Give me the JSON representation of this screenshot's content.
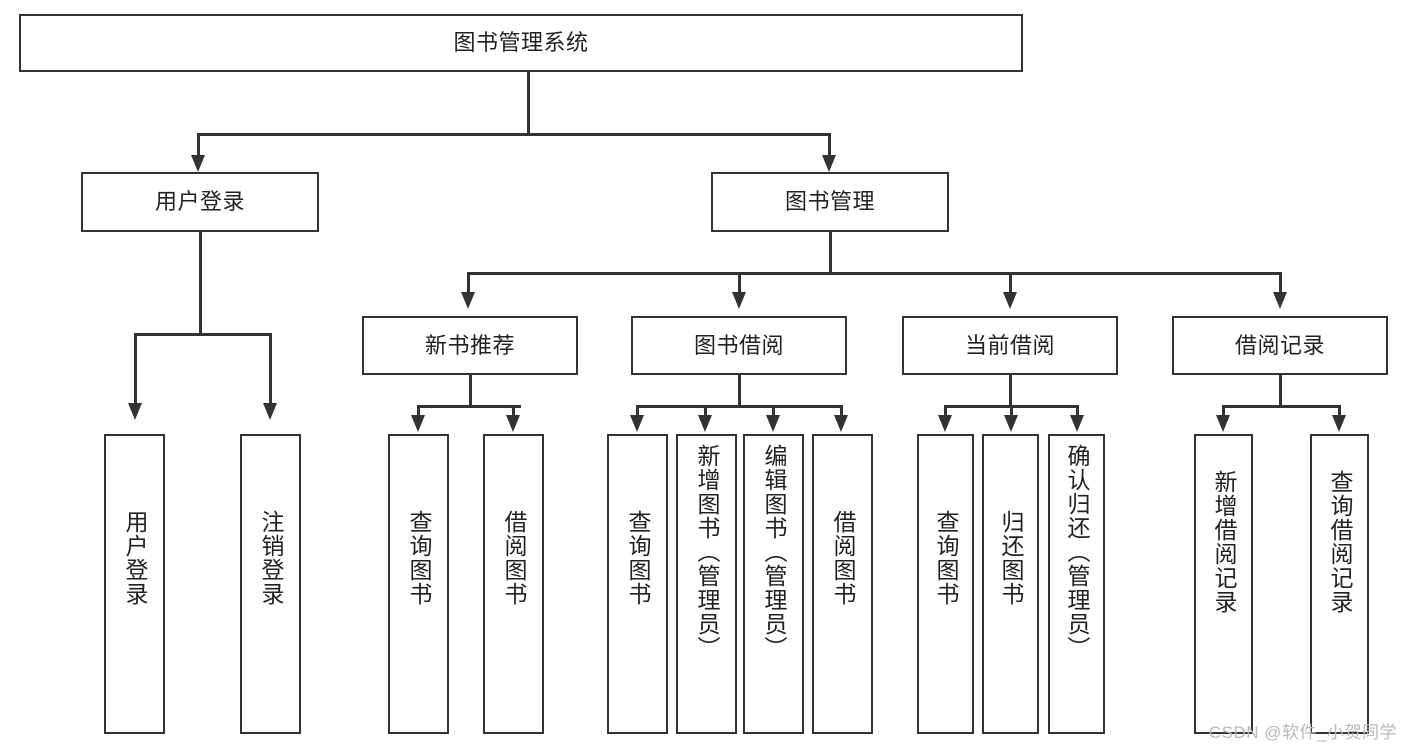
{
  "diagram": {
    "type": "tree-hierarchy",
    "title": "图书管理系统",
    "orientation": "top-down",
    "colors": {
      "stroke": "#333333",
      "fill": "#ffffff",
      "text": "#222222",
      "watermark": "#b9b9b9"
    },
    "root": {
      "label": "图书管理系统"
    },
    "level2": [
      {
        "label": "用户登录"
      },
      {
        "label": "图书管理"
      }
    ],
    "level3": [
      {
        "label": "新书推荐"
      },
      {
        "label": "图书借阅"
      },
      {
        "label": "当前借阅"
      },
      {
        "label": "借阅记录"
      }
    ],
    "leaves": {
      "user_login": [
        {
          "label": "用户登录"
        },
        {
          "label": "注销登录"
        }
      ],
      "new_book_recommend": [
        {
          "label": "查询图书"
        },
        {
          "label": "借阅图书"
        }
      ],
      "book_borrow": [
        {
          "label": "查询图书"
        },
        {
          "label": "新增图书（管理员）"
        },
        {
          "label": "编辑图书（管理员）"
        },
        {
          "label": "借阅图书"
        }
      ],
      "current_borrow": [
        {
          "label": "查询图书"
        },
        {
          "label": "归还图书"
        },
        {
          "label": "确认归还（管理员）"
        }
      ],
      "borrow_record": [
        {
          "label": "新增借阅记录"
        },
        {
          "label": "查询借阅记录"
        }
      ]
    }
  },
  "watermark": {
    "text": "CSDN @软件_小贺同学"
  }
}
